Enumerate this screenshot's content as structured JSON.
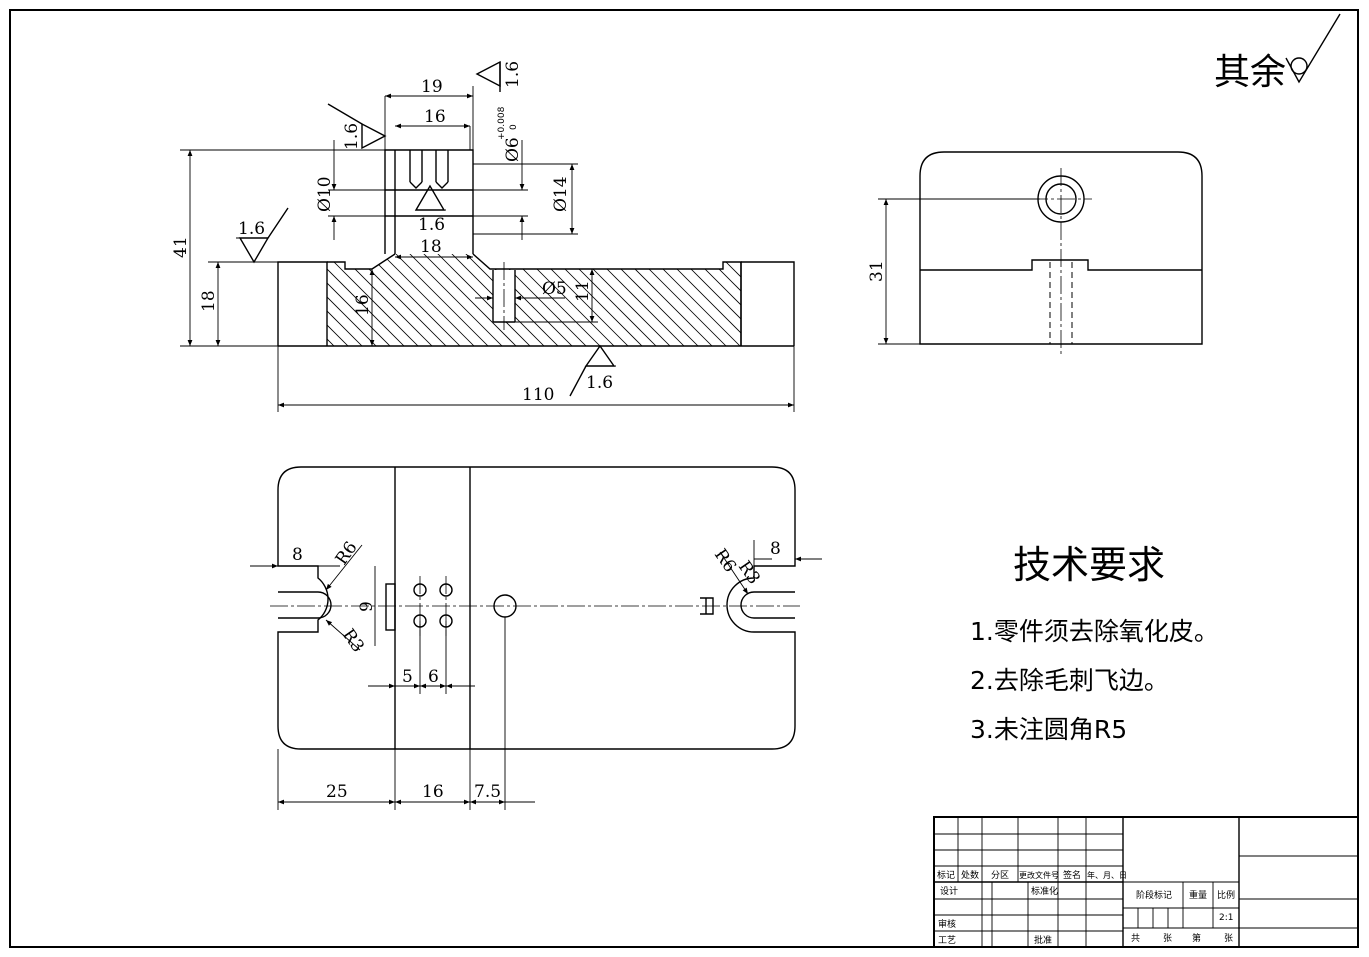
{
  "general_surface_note": "其余",
  "roughness": "1.6",
  "front_view": {
    "dims": {
      "d19": "19",
      "d16": "16",
      "d41": "41",
      "d18_height": "18",
      "dia10": "Ø10",
      "dia6": "Ø6",
      "dia6_tol_upper": "+0.008",
      "dia6_tol_lower": "0",
      "dia14": "Ø14",
      "d18_width": "18",
      "d16_depth": "16",
      "dia5": "Ø5",
      "d11": "11",
      "d110": "110"
    }
  },
  "side_view": {
    "dims": {
      "d31": "31"
    }
  },
  "top_view": {
    "dims": {
      "d8_left": "8",
      "r6_left": "R6",
      "r3_left": "R3",
      "d9": "9",
      "d5": "5",
      "d6": "6",
      "d25": "25",
      "d16": "16",
      "d7_5": "7.5",
      "r6_right": "R6",
      "r3_right": "R3",
      "d8_right": "8"
    }
  },
  "technical_requirements": {
    "title": "技术要求",
    "items": [
      "1.零件须去除氧化皮。",
      "2.去除毛刺飞边。",
      "3.未注圆角R5"
    ]
  },
  "title_block": {
    "header_labels": [
      "标记",
      "处数",
      "分区",
      "更改文件号",
      "签名",
      "年、月、日"
    ],
    "design": "设计",
    "standardization": "标准化",
    "review": "审核",
    "process": "工艺",
    "approve": "批准",
    "stage_mark": "阶段标记",
    "weight": "重量",
    "scale_label": "比例",
    "scale_value": "2:1",
    "sheet_total": "共",
    "sheet_unit_a": "张",
    "sheet_no": "第",
    "sheet_unit_b": "张"
  }
}
